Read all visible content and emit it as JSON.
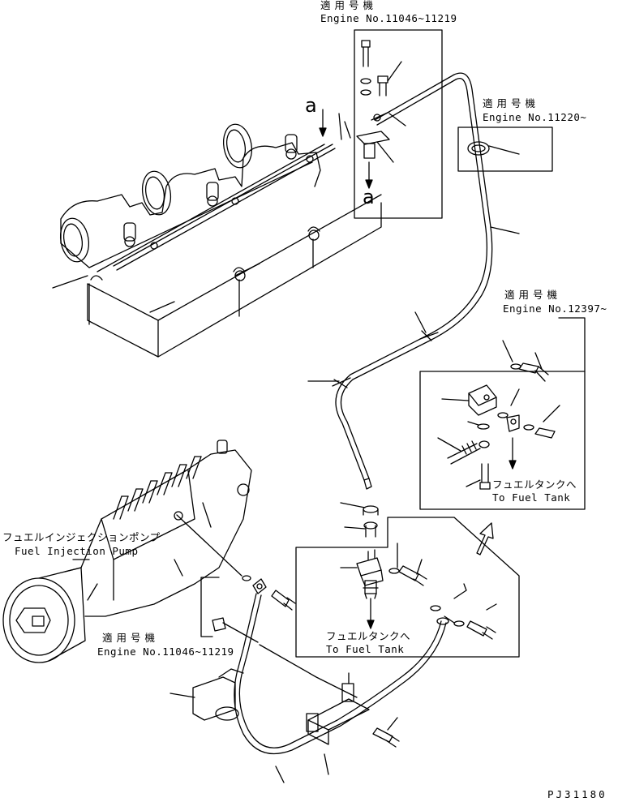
{
  "labels": {
    "top_applicable_jp": "適用号機",
    "top_applicable_en": "Engine No.11046~11219",
    "mid_applicable_jp": "適用号機",
    "mid_applicable_en": "Engine No.11220~",
    "right_applicable_jp": "適用号機",
    "right_applicable_en": "Engine No.12397~",
    "bottom_applicable_jp": "適用号機",
    "bottom_applicable_en": "Engine No.11046~11219",
    "pump_jp": "フュエルインジェクションポンプ",
    "pump_en": "Fuel Injection Pump",
    "tank_right_jp": "フュエルタンクへ",
    "tank_right_en": "To Fuel Tank",
    "tank_bottom_jp": "フュエルタンクへ",
    "tank_bottom_en": "To Fuel Tank",
    "view_a_top": "a",
    "view_a_bottom": "a",
    "drawing_code": "PJ31180"
  }
}
